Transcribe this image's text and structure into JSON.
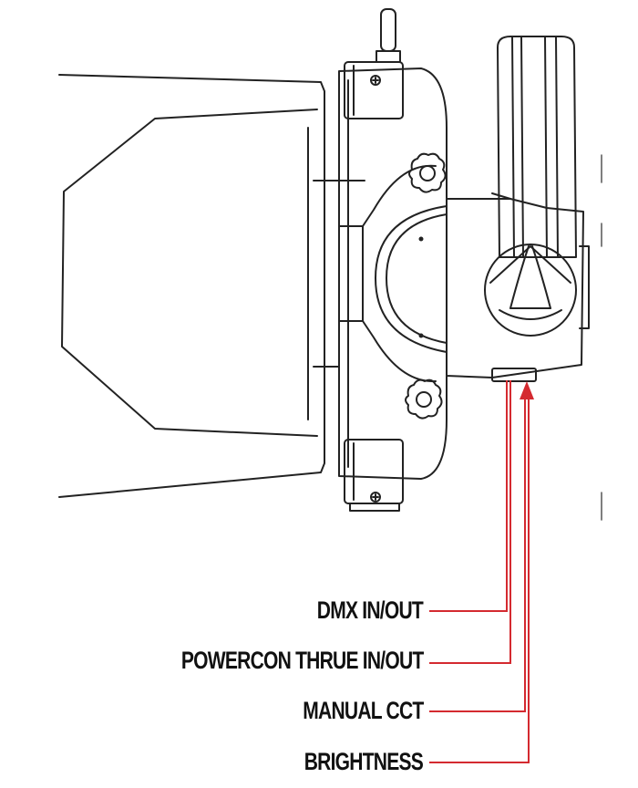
{
  "callouts": {
    "dmx": "DMX IN/OUT",
    "powercon": "POWERCON THRUE IN/OUT",
    "manual_cct": "MANUAL CCT",
    "brightness": "BRIGHTNESS"
  },
  "colors": {
    "line_art": "#222222",
    "callout_line": "#d42a30",
    "label_text": "#111111"
  }
}
